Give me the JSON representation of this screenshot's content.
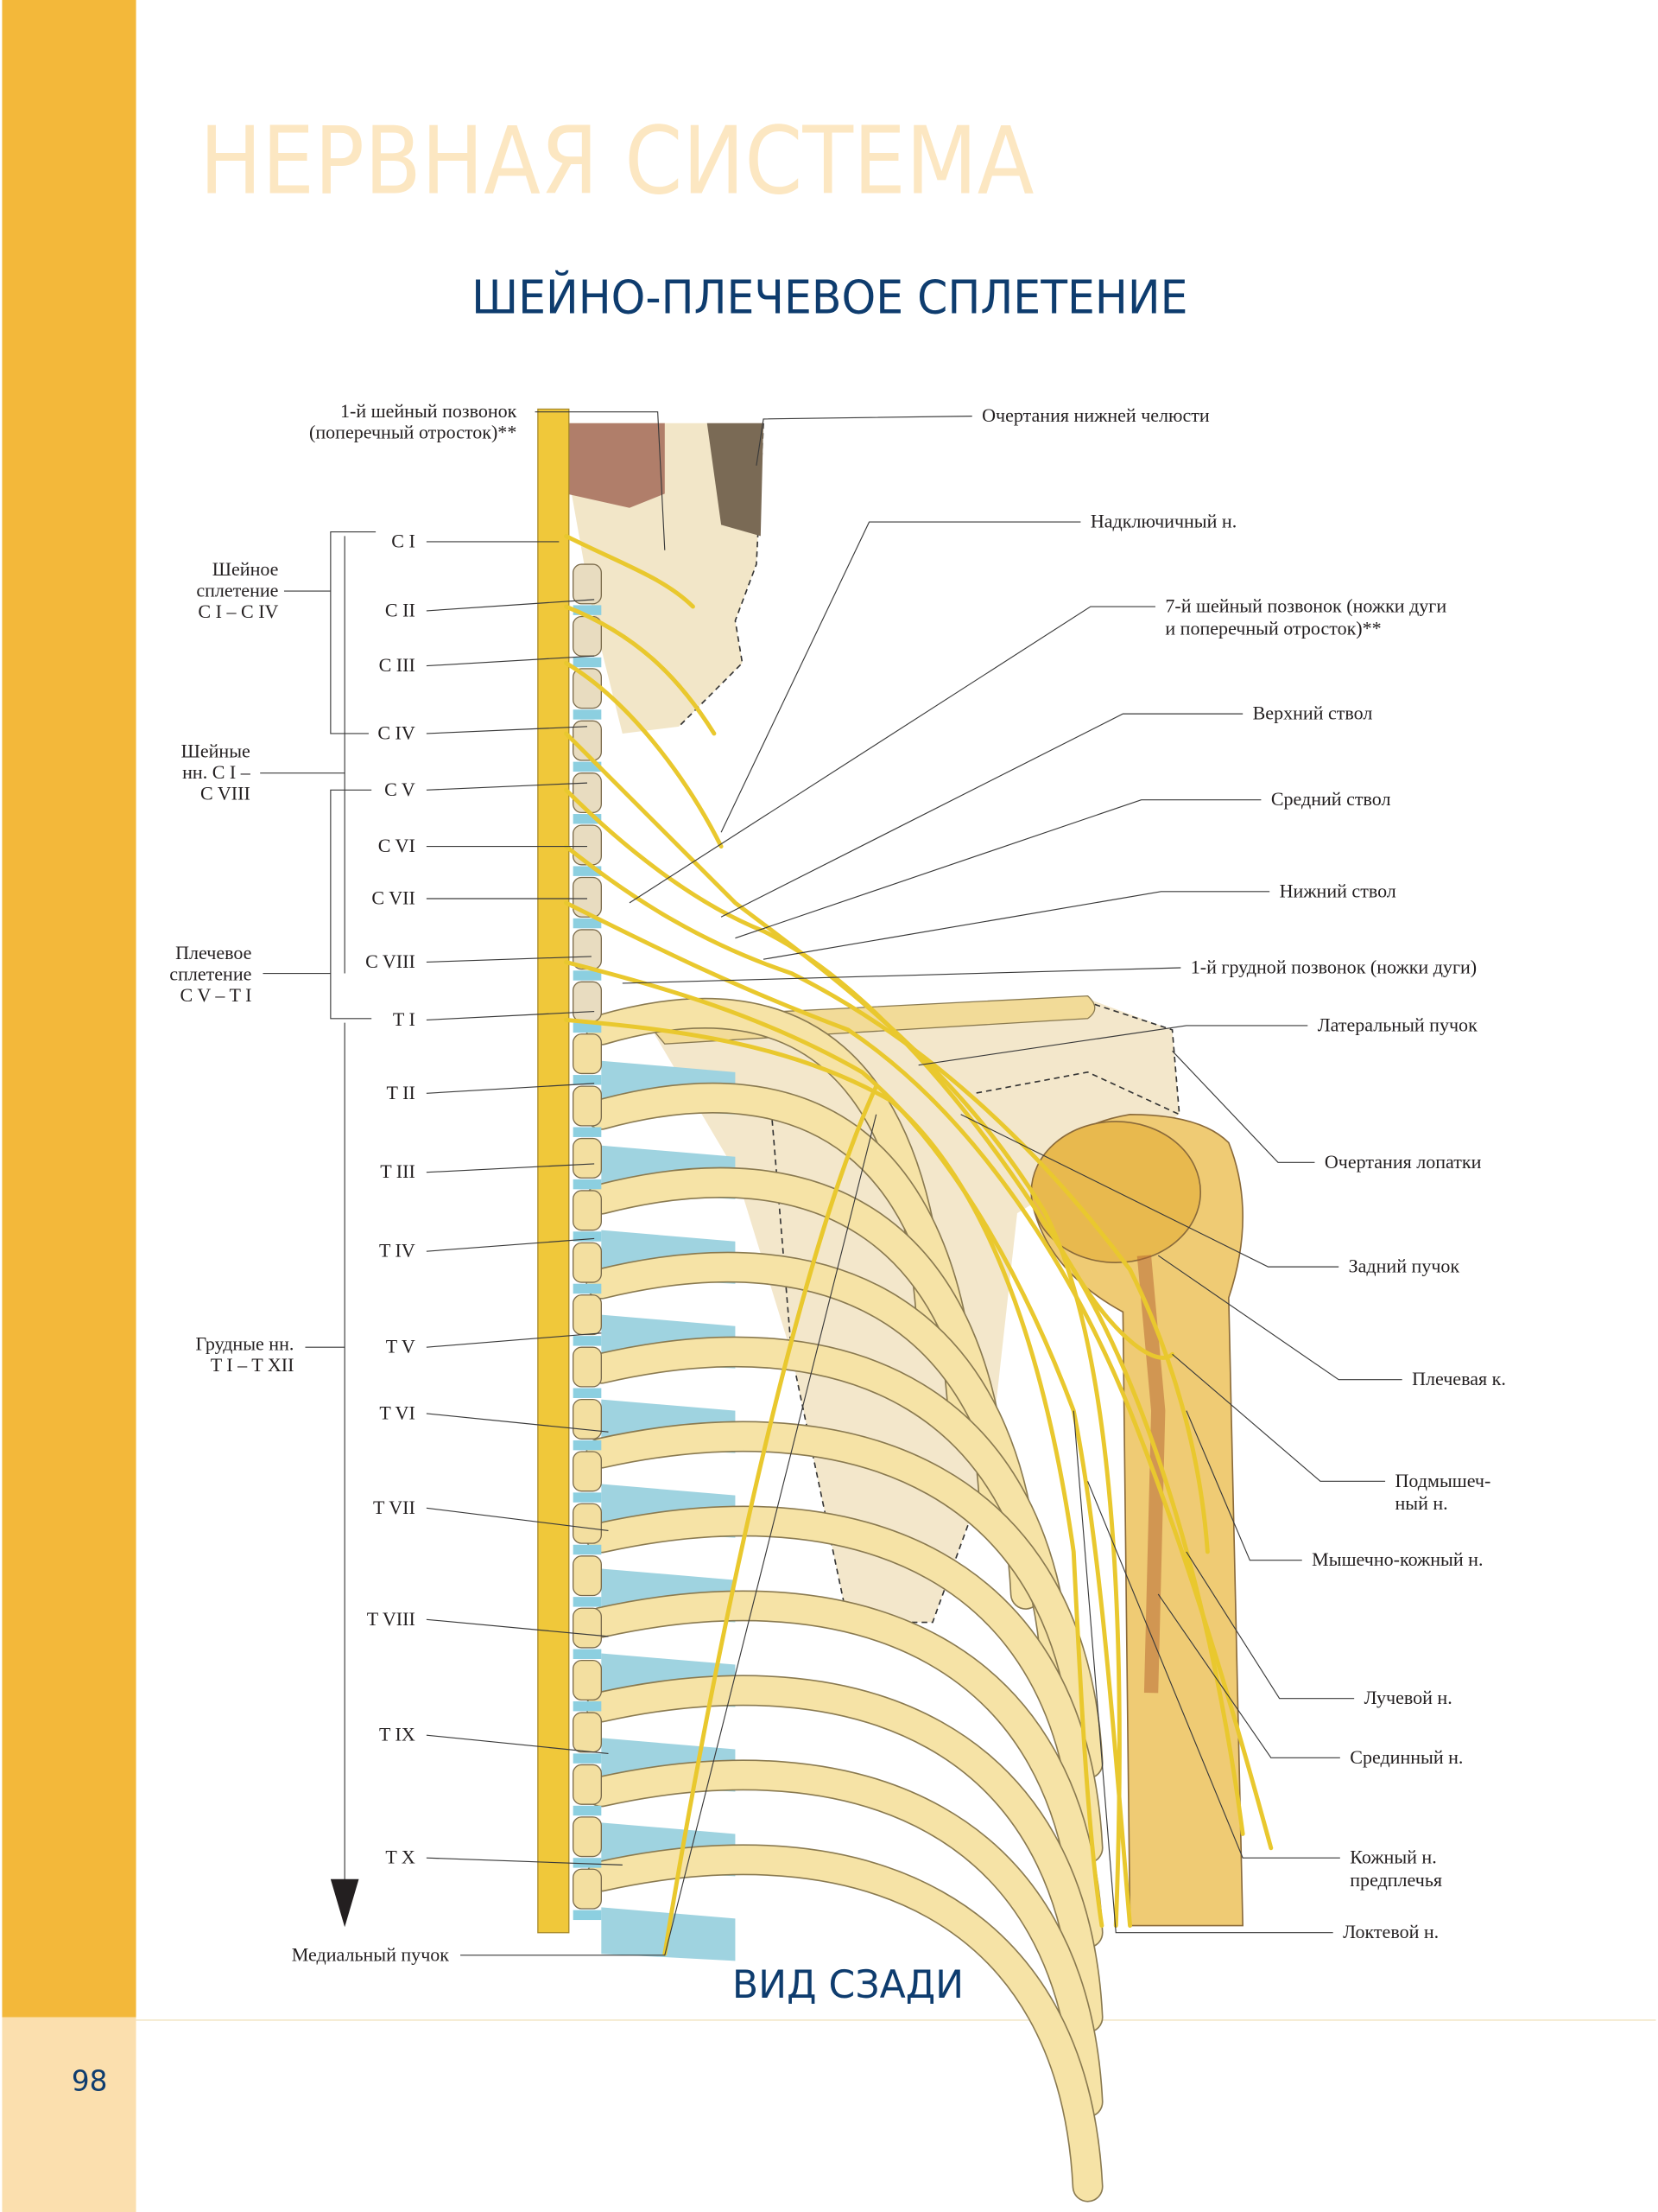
{
  "page": {
    "section_title": "НЕРВНАЯ СИСТЕМА",
    "title": "ШЕЙНО-ПЛЕЧЕВОЕ СПЛЕТЕНИЕ",
    "view_caption": "ВИД СЗАДИ",
    "page_number": "98",
    "colors": {
      "sidebar": "#F3B83A",
      "sidebar_light": "#FBDFAE",
      "title_blue": "#0E3C6E",
      "section_pale": "#FCE7C2",
      "nerve": "#E9C82E"
    }
  },
  "left_labels": {
    "c1_vertebra": [
      "1-й шейный позвонок",
      "(поперечный отросток)**"
    ],
    "cervical_plexus": [
      "Шейное",
      "сплетение",
      "C I – C IV"
    ],
    "cervical_nerves": [
      "Шейные",
      "нн. C I –",
      "C VIII"
    ],
    "brachial_plexus": [
      "Плечевое",
      "сплетение",
      "C V – T I"
    ],
    "thoracic_nerves": [
      "Грудные нн.",
      "T I – T XII"
    ],
    "medial_cord": "Медиальный пучок"
  },
  "segments": [
    "C I",
    "C II",
    "C III",
    "C IV",
    "C V",
    "C VI",
    "C VII",
    "C VIII",
    "T I",
    "T II",
    "T III",
    "T IV",
    "T V",
    "T VI",
    "T VII",
    "T VIII",
    "T IX",
    "T X"
  ],
  "right_labels": {
    "mandible_outline": "Очертания нижней челюсти",
    "supraclavicular": "Надключичный н.",
    "c7_vertebra": [
      "7-й шейный позвонок (ножки дуги",
      "и поперечный отросток)**"
    ],
    "upper_trunk": "Верхний ствол",
    "middle_trunk": "Средний ствол",
    "lower_trunk": "Нижний ствол",
    "t1_vertebra": "1-й грудной позвонок (ножки дуги)",
    "lateral_cord": "Латеральный пучок",
    "scapula_outline": "Очертания лопатки",
    "posterior_cord": "Задний пучок",
    "humerus": "Плечевая к.",
    "axillary": [
      "Подмышеч-",
      "ный н."
    ],
    "musculocutaneous": "Мышечно-кожный н.",
    "radial": "Лучевой н.",
    "median": "Срединный н.",
    "forearm_cutaneous": [
      "Кожный н.",
      "предплечья"
    ],
    "ulnar": "Локтевой н."
  }
}
